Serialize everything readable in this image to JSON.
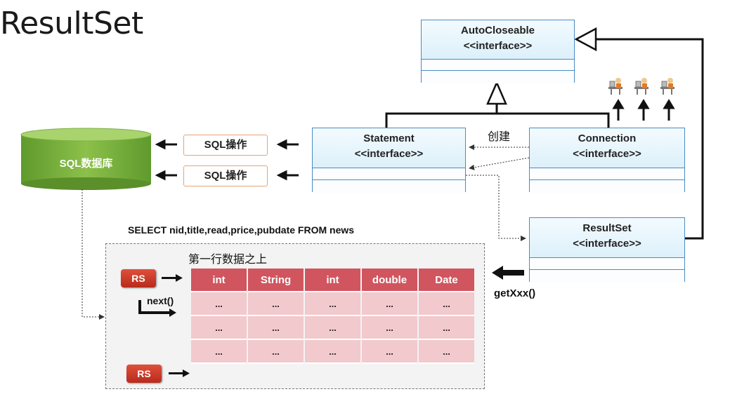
{
  "title": "ResultSet",
  "database": {
    "label": "SQL数据库"
  },
  "sql_ops": [
    {
      "label": "SQL操作"
    },
    {
      "label": "SQL操作"
    }
  ],
  "interfaces": {
    "autocloseable": {
      "name": "AutoCloseable",
      "stereotype": "<<interface>>"
    },
    "statement": {
      "name": "Statement",
      "stereotype": "<<interface>>"
    },
    "connection": {
      "name": "Connection",
      "stereotype": "<<interface>>"
    },
    "resultset": {
      "name": "ResultSet",
      "stereotype": "<<interface>>"
    }
  },
  "create_label": "创建",
  "getxxx_label": "getXxx()",
  "query": "SELECT nid,title,read,price,pubdate FROM news",
  "first_row_label": "第一行数据之上",
  "rs_badge": "RS",
  "next_label": "next()",
  "table": {
    "headers": [
      "int",
      "String",
      "int",
      "double",
      "Date"
    ],
    "rows": [
      [
        "...",
        "...",
        "...",
        "...",
        "..."
      ],
      [
        "...",
        "...",
        "...",
        "...",
        "..."
      ],
      [
        "...",
        "...",
        "...",
        "...",
        "..."
      ]
    ]
  },
  "colors": {
    "interface_border": "#4a8bc2",
    "database_green": "#7cb342",
    "header_red": "#d0555f",
    "cell_pink": "#f2c9cd",
    "badge_red": "#c8321f"
  },
  "icons": [
    "user-at-computer-icon",
    "user-at-computer-icon",
    "user-at-computer-icon"
  ]
}
